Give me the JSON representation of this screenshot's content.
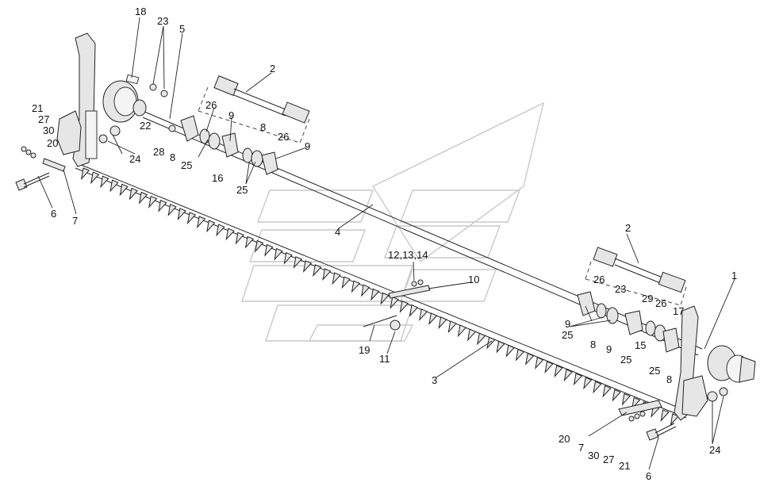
{
  "callouts": {
    "n1": "1",
    "n2a": "2",
    "n2b": "2",
    "n3": "3",
    "n4": "4",
    "n5": "5",
    "n6a": "6",
    "n6b": "6",
    "n7a": "7",
    "n7b": "7",
    "n8a": "8",
    "n8b": "8",
    "n8c": "8",
    "n8d": "8",
    "n9a": "9",
    "n9b": "9",
    "n9c": "9",
    "n9d": "9",
    "n10": "10",
    "n11": "11",
    "n12": "12,13,14",
    "n15": "15",
    "n16": "16",
    "n17": "17",
    "n18": "18",
    "n19": "19",
    "n20a": "20",
    "n20b": "20",
    "n21a": "21",
    "n21b": "21",
    "n22": "22",
    "n23a": "23",
    "n23b": "23",
    "n24a": "24",
    "n24b": "24",
    "n25a": "25",
    "n25b": "25",
    "n25c": "25",
    "n25d": "25",
    "n25e": "25",
    "n26a": "26",
    "n26b": "26",
    "n26c": "26",
    "n26d": "26",
    "n27a": "27",
    "n27b": "27",
    "n28": "28",
    "n29": "29",
    "n30a": "30",
    "n30b": "30"
  }
}
